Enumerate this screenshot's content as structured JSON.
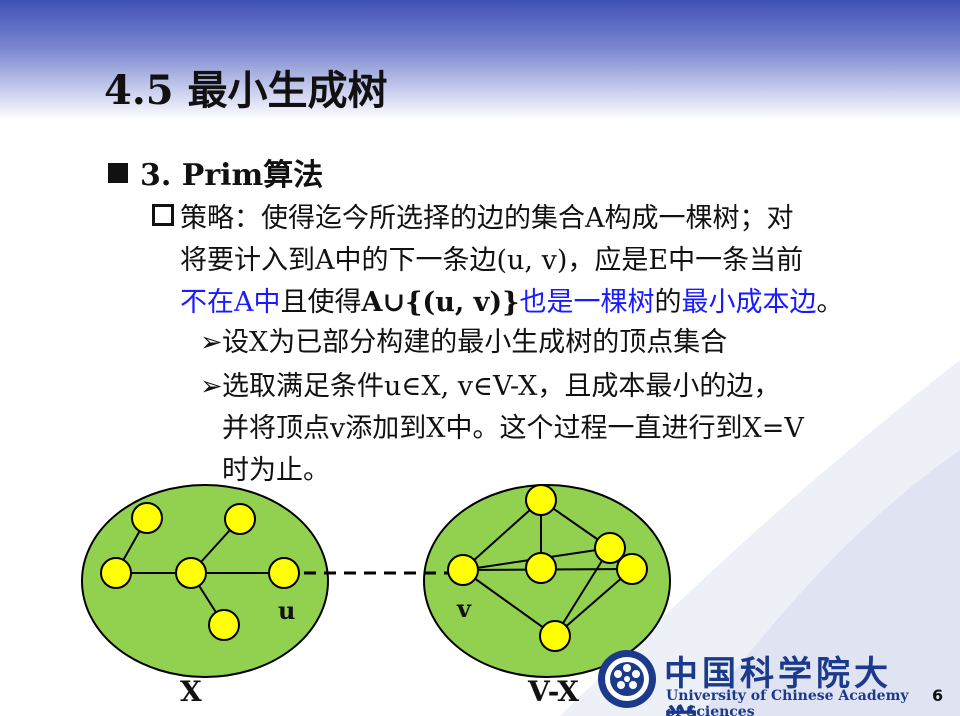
{
  "slide": {
    "title": "4.5 最小生成树",
    "heading": "3. Prim算法",
    "strategy": {
      "line1": "策略：使得迄今所选择的边的集合A构成一棵树；对",
      "line2": "将要计入到A中的下一条边(u, v)，应是E中一条当前",
      "line3_blue1": "不在A中",
      "line3_black1": "且使得",
      "line3_bold": "A∪{(u, v)}",
      "line3_blue2": "也是一棵树",
      "line3_black2": "的",
      "line3_blue3": "最小成本边",
      "line3_end": "。"
    },
    "bullets": [
      {
        "text": "设X为已部分构建的最小生成树的顶点集合"
      },
      {
        "line1": "选取满足条件u∈X, v∈V-X，且成本最小的边，",
        "line2": "并将顶点v添加到X中。这个过程一直进行到X=V",
        "line3": "时为止。"
      }
    ],
    "labels": {
      "u": "u",
      "v": "v",
      "x": "X",
      "vx": "V-X"
    },
    "logo": {
      "cn": "中国科学院大学",
      "en": "University of Chinese Academy of Sciences"
    },
    "page_number": "6",
    "colors": {
      "node": "#ffff00",
      "region": "#92d050",
      "blue_text": "#1a1aff",
      "brand": "#1b3a8c"
    }
  }
}
